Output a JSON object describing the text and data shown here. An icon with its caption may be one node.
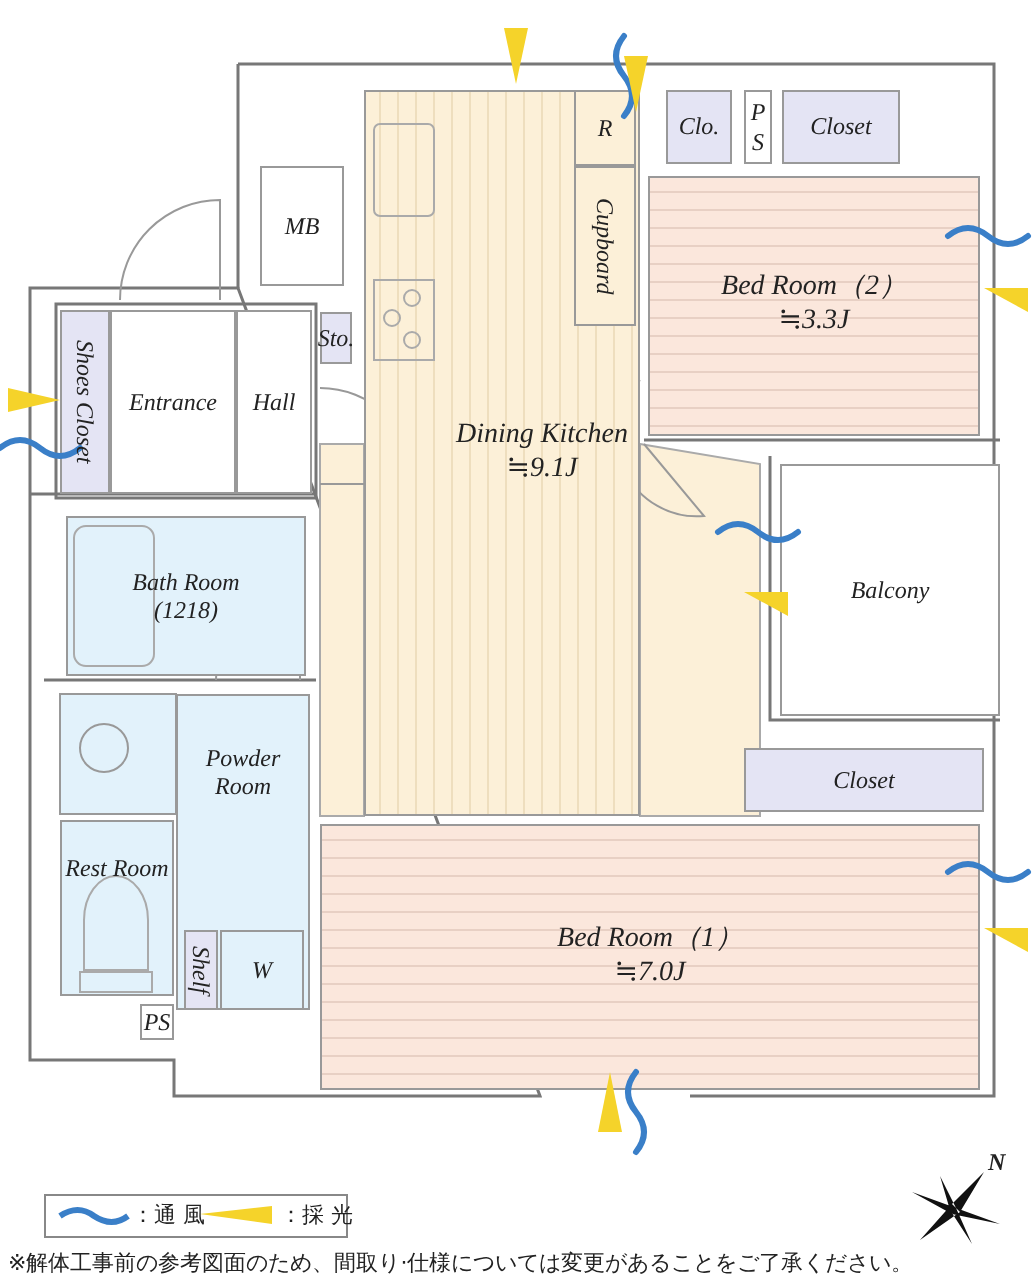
{
  "diagram": {
    "caption": "※解体工事前の参考図面のため、間取り·仕様については変更があることをご了承ください。",
    "nodes": [
      {
        "text": [
          "MB"
        ]
      },
      {
        "text": [
          "Shoes Closet"
        ]
      },
      {
        "text": [
          "Entrance"
        ]
      },
      {
        "text": [
          "Hall"
        ]
      },
      {
        "text": [
          "Sto."
        ]
      },
      {
        "text": [
          "Dining Kitchen",
          "≒9.1J"
        ]
      },
      {
        "text": [
          "R"
        ],
        "in": 5
      },
      {
        "text": [
          "Cupboard"
        ],
        "in": 5
      },
      {
        "text": [
          "Clo."
        ]
      },
      {
        "text": [
          "P S"
        ]
      },
      {
        "text": [
          "Closet"
        ]
      },
      {
        "text": [
          "Bed Room（2）",
          "≒3.3J"
        ]
      },
      {
        "text": [
          "Bath Room",
          "(1218)"
        ]
      },
      {
        "text": [
          "Balcony"
        ]
      },
      {
        "text": [
          "Powder Room"
        ]
      },
      {
        "text": [
          "Shelf"
        ],
        "in": 14
      },
      {
        "text": [
          "W"
        ],
        "in": 14
      },
      {
        "text": [
          "Closet"
        ]
      },
      {
        "text": [
          "Rest Room"
        ]
      },
      {
        "text": [
          "PS"
        ]
      },
      {
        "text": [
          "Bed Room（1）",
          "≒7.0J"
        ]
      }
    ],
    "edges": [],
    "labels": [
      "N"
    ],
    "legend": [
      {
        "text": "：通 風"
      },
      {
        "text": "：採 光"
      }
    ]
  }
}
